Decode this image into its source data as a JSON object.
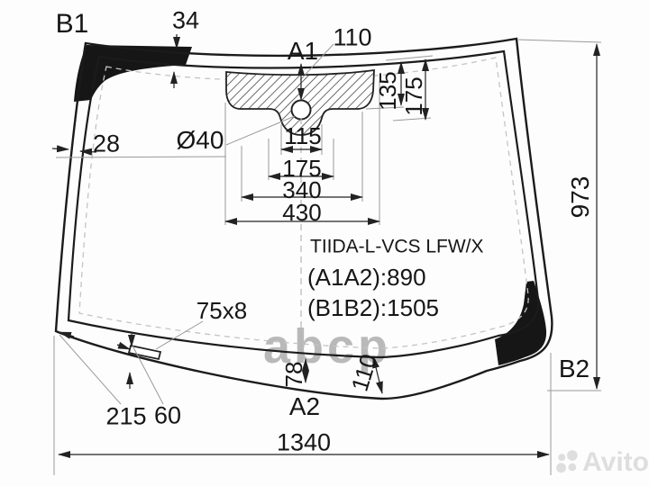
{
  "labels": {
    "b1": "B1",
    "a1": "A1",
    "a2": "A2",
    "b2": "B2"
  },
  "dims": {
    "top_band_34": "34",
    "a1_offset_110": "110",
    "band_depth_135": "135",
    "band_depth_175": "175",
    "left_band_28": "28",
    "hole_dia": "Ø40",
    "mount_115": "115",
    "mount_175": "175",
    "mount_340": "340",
    "mount_430": "430",
    "height_973": "973",
    "pad_75x8": "75x8",
    "edge_215": "215",
    "edge_60": "60",
    "bottom_band_78": "78",
    "bottom_band_110": "110",
    "width_1340": "1340"
  },
  "part": {
    "code": "TIIDA-L-VCS LFW/X",
    "a1a2": "(A1A2):890",
    "b1b2": "(B1B2):1505"
  },
  "watermarks": {
    "abcp": "abcp",
    "avito": "Avito"
  },
  "colors": {
    "line": "#1b1b1b",
    "helper": "#999999",
    "dashed": "#c4c4c4",
    "watermark": "#b9b9b9"
  }
}
